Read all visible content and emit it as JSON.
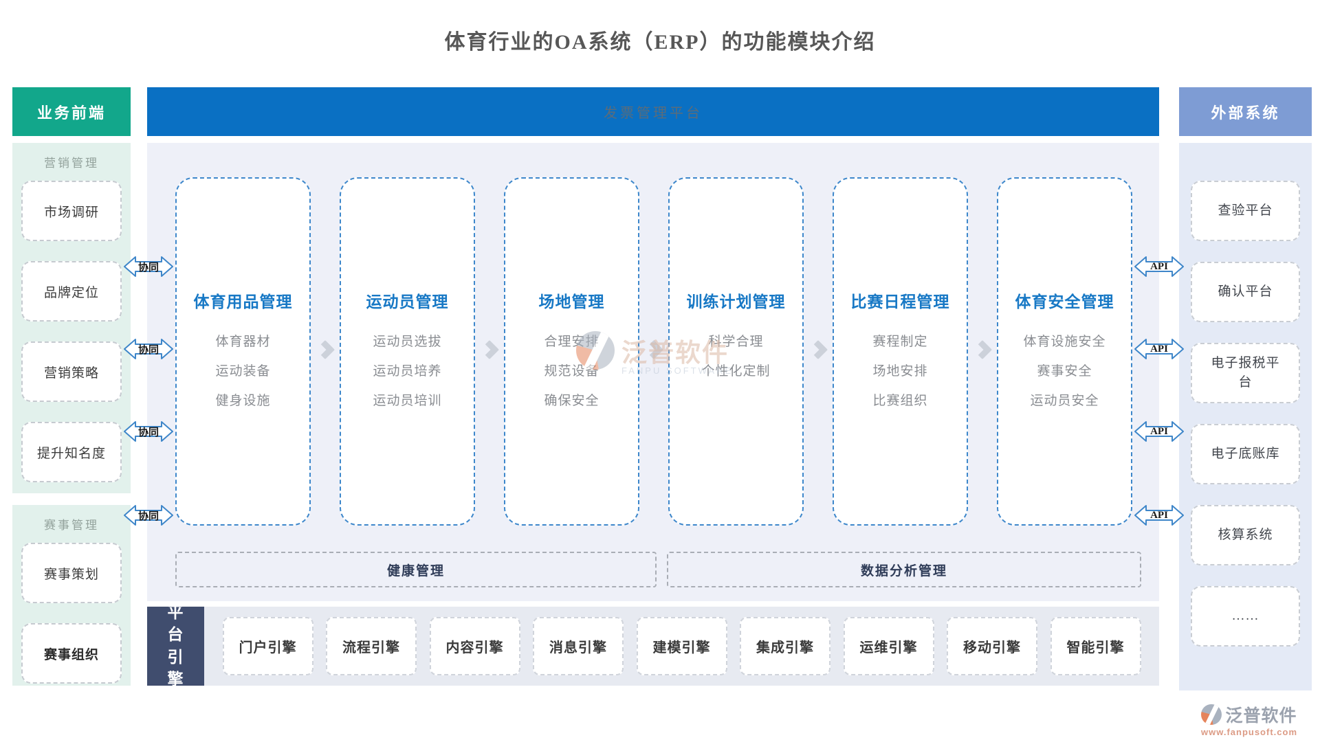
{
  "title": "体育行业的OA系统（ERP）的功能模块介绍",
  "left": {
    "header": "业务前端",
    "groups": [
      {
        "label": "营销管理",
        "items": [
          "市场调研",
          "品牌定位",
          "营销策略",
          "提升知名度"
        ]
      },
      {
        "label": "赛事管理",
        "items": [
          "赛事策划",
          "赛事组织"
        ]
      }
    ]
  },
  "top_bar": "发票管理平台",
  "modules": [
    {
      "title": "体育用品管理",
      "items": [
        "体育器材",
        "运动装备",
        "健身设施"
      ]
    },
    {
      "title": "运动员管理",
      "items": [
        "运动员选拔",
        "运动员培养",
        "运动员培训"
      ]
    },
    {
      "title": "场地管理",
      "items": [
        "合理安排",
        "规范设备",
        "确保安全"
      ]
    },
    {
      "title": "训练计划管理",
      "items": [
        "科学合理",
        "个性化定制"
      ]
    },
    {
      "title": "比赛日程管理",
      "items": [
        "赛程制定",
        "场地安排",
        "比赛组织"
      ]
    },
    {
      "title": "体育安全管理",
      "items": [
        "体育设施安全",
        "赛事安全",
        "运动员安全"
      ]
    }
  ],
  "bottom_modules": [
    "健康管理",
    "数据分析管理"
  ],
  "engine": {
    "label": "平台引擎",
    "items": [
      "门户引擎",
      "流程引擎",
      "内容引擎",
      "消息引擎",
      "建模引擎",
      "集成引擎",
      "运维引擎",
      "移动引擎",
      "智能引擎"
    ]
  },
  "right": {
    "header": "外部系统",
    "items": [
      "查验平台",
      "确认平台",
      "电子报税平台",
      "电子底账库",
      "核算系统",
      "……"
    ]
  },
  "connectors": {
    "left_label": "协同",
    "right_label": "API"
  },
  "watermark": {
    "name": "泛普软件",
    "name_en": "FANPU SOFTWARE",
    "url": "www.fanpusoft.com"
  },
  "colors": {
    "teal": "#12A78B",
    "blue_bar": "#0A70C3",
    "light_blue_header": "#7E9CD4",
    "navy_engine": "#404D6E",
    "module_title_blue": "#1778C5",
    "logo_orange": "#E5845C"
  }
}
